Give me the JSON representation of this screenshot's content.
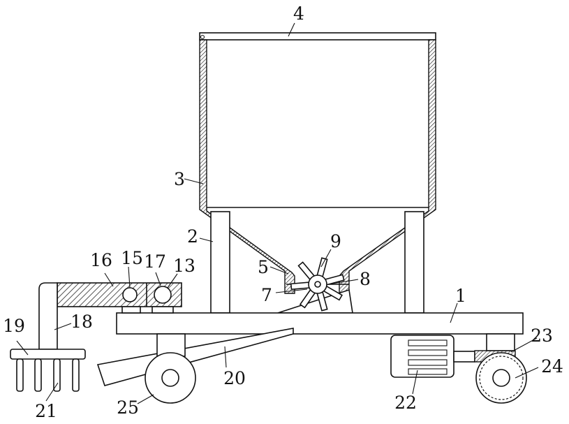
{
  "labels": {
    "l1": "1",
    "l2": "2",
    "l3": "3",
    "l4": "4",
    "l5": "5",
    "l7": "7",
    "l8": "8",
    "l9": "9",
    "l13": "13",
    "l15": "15",
    "l16": "16",
    "l17": "17",
    "l18": "18",
    "l19": "19",
    "l20": "20",
    "l21": "21",
    "l22": "22",
    "l23": "23",
    "l24": "24",
    "l25": "25"
  }
}
